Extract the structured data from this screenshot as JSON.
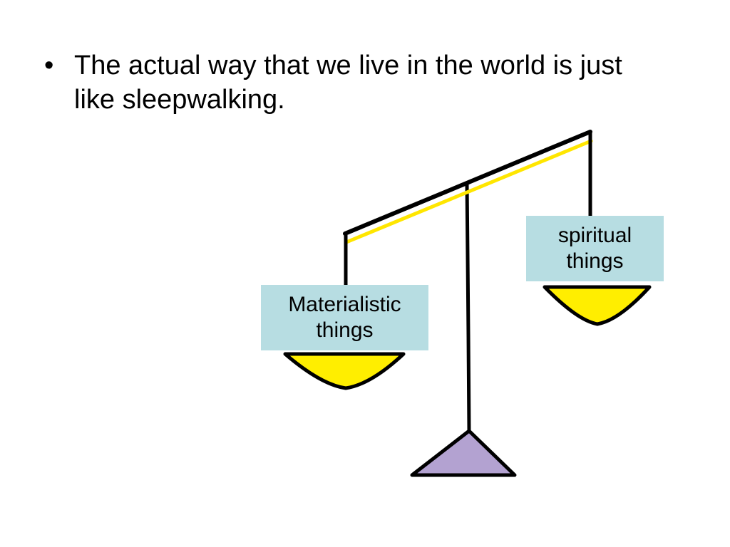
{
  "slide": {
    "bullets": [
      {
        "marker": "•",
        "text": "The actual way that we live in the world is just like sleepwalking."
      }
    ]
  },
  "scale": {
    "left_pan": {
      "label_line1": "Materialistic",
      "label_line2": "things"
    },
    "right_pan": {
      "label_line1": "spiritual",
      "label_line2": "things"
    }
  },
  "colors": {
    "background": "#ffffff",
    "line": "#000000",
    "beam_highlight": "#ffe600",
    "pan_fill": "#ffee00",
    "base_fill": "#b3a2d1",
    "label_box": "#b7dde2"
  }
}
